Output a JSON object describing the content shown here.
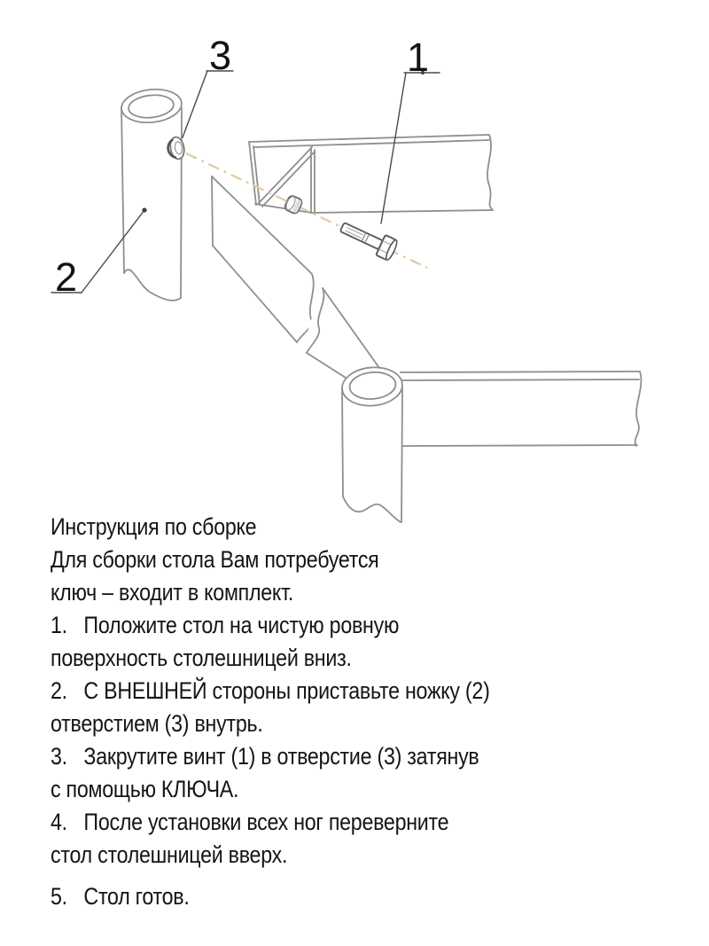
{
  "meta": {
    "kind": "assembly-instruction-sheet",
    "language": "ru"
  },
  "colors": {
    "background": "#ffffff",
    "drawing_line": "#8f8f8f",
    "bolt_line": "#5d5d5d",
    "leader_line": "#4a4a4a",
    "axis_dash": "#e3c79f",
    "text": "#151515"
  },
  "diagram": {
    "callouts": [
      {
        "label": "1"
      },
      {
        "label": "2"
      },
      {
        "label": "3"
      }
    ]
  },
  "instructions": {
    "lines": [
      "Инструкция по сборке",
      "Для сборки стола Вам потребуется",
      "ключ – входит в комплект.",
      "1.   Положите стол на чистую ровную",
      "поверхность столешницей вниз.",
      "2.   С ВНЕШНЕЙ стороны приставьте ножку (2)",
      "отверстием (3) внутрь.",
      "3.   Закрутите винт (1) в отверстие (3) затянув",
      "с помощью КЛЮЧА.",
      "4.   После установки всех ног переверните",
      "стол столешницей вверх.",
      "5.   Стол готов."
    ]
  }
}
